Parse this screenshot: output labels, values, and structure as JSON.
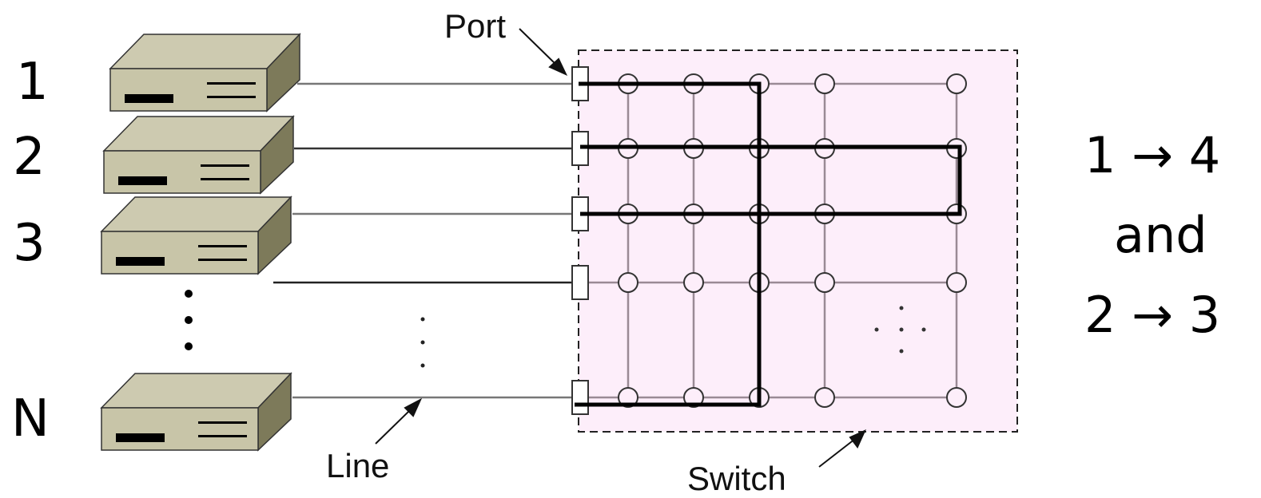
{
  "labels": {
    "port": "Port",
    "line": "Line",
    "switch": "Switch"
  },
  "computers": [
    {
      "label": "1"
    },
    {
      "label": "2"
    },
    {
      "label": "3"
    },
    {
      "label": "N"
    }
  ],
  "connections": {
    "line1": "1 → 4",
    "and": "and",
    "line2": "2 → 3"
  },
  "colors": {
    "switch_fill": "#fdeefa",
    "computer_top": "#cdcab0",
    "computer_front": "#c8c5a8",
    "computer_side": "#7d7a5a",
    "grid_line": "#9a8a95",
    "path": "#000000"
  }
}
